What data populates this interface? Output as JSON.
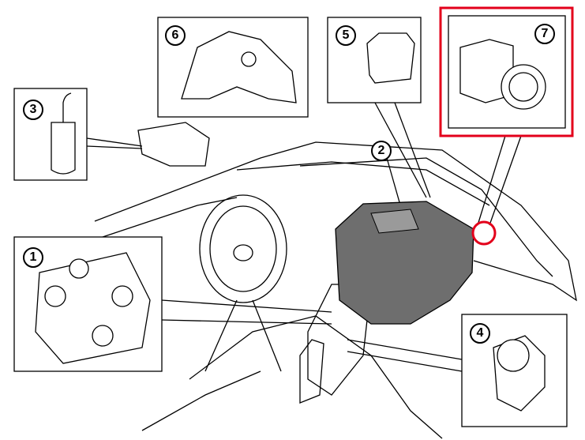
{
  "colors": {
    "highlight": "#e3001b",
    "line": "#000000",
    "body_fill": "#6e6e6e"
  },
  "callouts": [
    {
      "id": "1",
      "label": "1"
    },
    {
      "id": "2",
      "label": "2"
    },
    {
      "id": "3",
      "label": "3"
    },
    {
      "id": "4",
      "label": "4"
    },
    {
      "id": "5",
      "label": "5"
    },
    {
      "id": "6",
      "label": "6"
    },
    {
      "id": "7",
      "label": "7",
      "highlighted": true
    }
  ]
}
